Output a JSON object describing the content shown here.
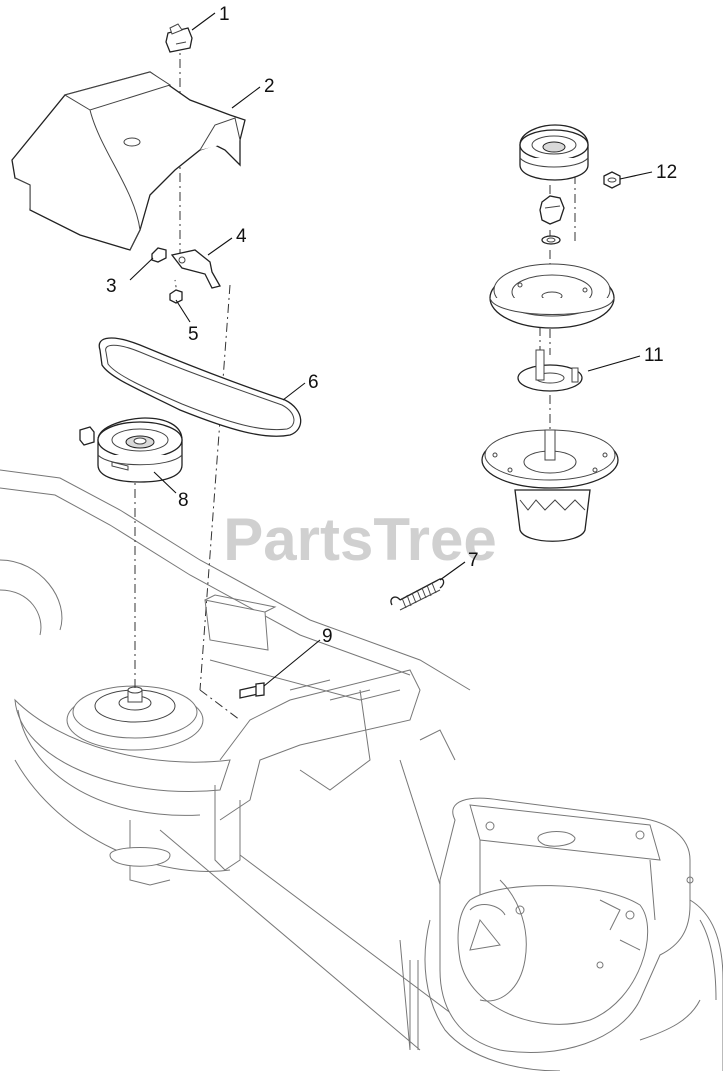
{
  "diagram": {
    "watermark": "PartsTree",
    "callouts": [
      {
        "id": "1",
        "label": "1"
      },
      {
        "id": "2",
        "label": "2"
      },
      {
        "id": "3",
        "label": "3"
      },
      {
        "id": "4",
        "label": "4"
      },
      {
        "id": "5",
        "label": "5"
      },
      {
        "id": "6",
        "label": "6"
      },
      {
        "id": "7",
        "label": "7"
      },
      {
        "id": "8",
        "label": "8"
      },
      {
        "id": "9",
        "label": "9"
      },
      {
        "id": "11",
        "label": "11"
      },
      {
        "id": "12",
        "label": "12"
      }
    ]
  }
}
